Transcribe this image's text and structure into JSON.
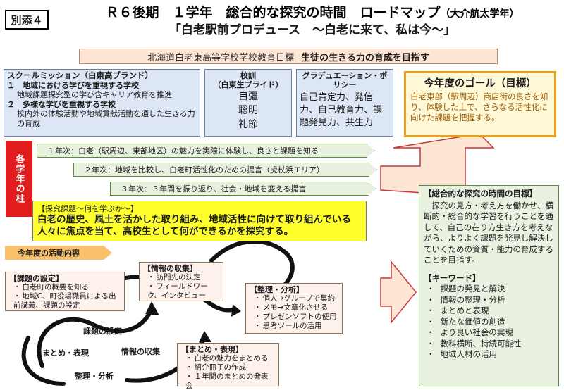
{
  "header": {
    "tag": "別添４",
    "title": "Ｒ６後期　１学年　総合的な探究の時間　ロードマップ",
    "title_note": "（大介航太学年）",
    "subtitle": "「白老駅前プロデュース　～白老に来て、私は今～」"
  },
  "school_goal": {
    "label": "北海道白老東高等学校学校教育目標",
    "text": "生徒の生きる力の育成を目指す"
  },
  "mission": {
    "heading": "スクールミッション（白東高ブランド）",
    "points": [
      {
        "title": "１　地域における学びを重視する学校",
        "desc": "地域課題探究型の学び含キャリア教育を推進"
      },
      {
        "title": "２　多様な学びを重視する学校",
        "desc": "校内外の体験活動や地域貢献活動を通した生きる力の育成"
      }
    ]
  },
  "motto": {
    "heading": "校訓",
    "sub": "（白東生プライド）",
    "values": [
      "自彊",
      "聡明",
      "礼節"
    ]
  },
  "policy": {
    "heading": "グラデュエーション・ポリシー",
    "text": "自己肯定力、発信力、自己教育力、課題発見力、共生力"
  },
  "year_goal": {
    "heading": "今年度のゴール（目標）",
    "text": "白老東部（駅周辺）商店街の良さを知り、体験した上で、さらなる活性化に向けた課題を把握する。"
  },
  "pillar": {
    "label": "各学年の柱"
  },
  "stages": [
    "１年次：白老（駅周辺、東部地区）の魅力を実際に体験し、良さと課題を知る",
    "２年次：地域を比較し、白老町活性化のための提言（虎杖浜エリア）",
    "３年次：３年間を振り返り、社会・地域を変える提言"
  ],
  "inquiry": {
    "heading": "【探究課題～何を学ぶか～】",
    "text": "白老の歴史、風土を活かした取り組み、地域活性に向けて取り組んでいる人々に焦点を当て、高校生として何ができるかを探究する。"
  },
  "activity_label": "今年度の活動内容",
  "activities": {
    "setting": {
      "heading": "【課題の設定】",
      "items": [
        "白老町の概要を知る",
        "地域C、町役場職員による出前講義、課題の設定"
      ]
    },
    "collect": {
      "heading": "【情報の収集】",
      "items": [
        "訪問先の決定",
        "フィールドワーク、インタビュー"
      ]
    },
    "analyze": {
      "heading": "【整理・分析】",
      "items": [
        "個人→グループで集約",
        "メモ→文章化させる",
        "プレゼンソフトの使用",
        "思考ツールの活用"
      ]
    },
    "summary": {
      "heading": "【まとめ・表現】",
      "items": [
        "白老の魅力をまとめる",
        "紹介冊子の作成",
        "１年間のまとめの発表会"
      ]
    }
  },
  "cycle": {
    "setting": "課題の設定",
    "summary": "まとめ・表現",
    "collect": "情報の収集",
    "analyze": "整理・分析"
  },
  "purpose": {
    "heading": "【総合的な探究の時間の目標】",
    "text": "探究の見方・考え方を働かせ、横断的・総合的な学習を行うことを通して、自己の在り方生き方を考えながら、よりよく課題を発見し解決していくための資質・能力の育成することを目指す。",
    "keyword_heading": "【キーワード】",
    "keywords": [
      "課題の発見と解決",
      "情報の整理・分析",
      "まとめと表現",
      "新たな価値の創造",
      "より良い社会の実現",
      "教科横断、持続可能性",
      "地域人材の活用"
    ]
  },
  "colors": {
    "pillar": "#e21d1d",
    "inquiry_bg": "#ffff2e",
    "goal_border": "#e8a020",
    "stage_border": "#5a8a3a",
    "arrow_fill": "#fde7d4",
    "arrow_stroke": "#c8373c"
  }
}
